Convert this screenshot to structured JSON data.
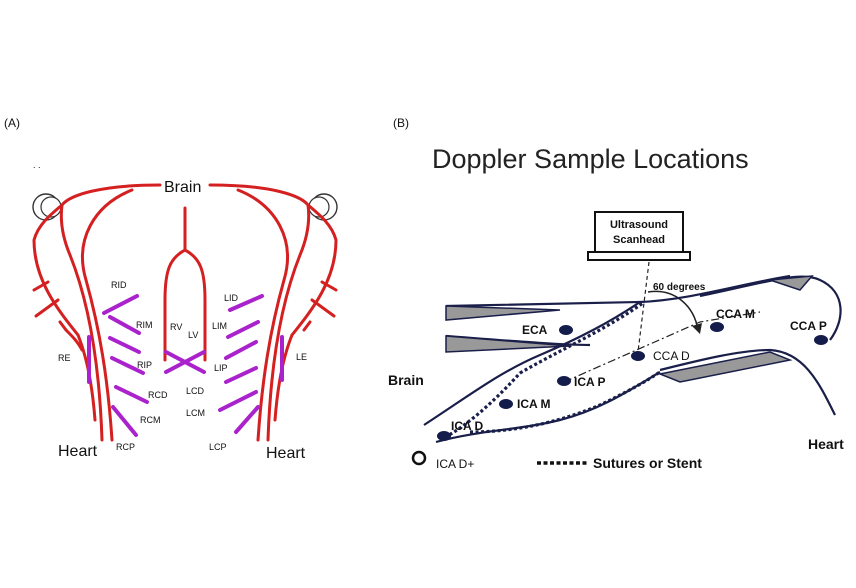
{
  "panel_a": {
    "tag": "(A)",
    "top_label": "Brain",
    "heart_left": "Heart",
    "heart_right": "Heart",
    "probes": {
      "rid": "RID",
      "rim": "RIM",
      "rip": "RIP",
      "rcd": "RCD",
      "rcm": "RCM",
      "rcp": "RCP",
      "lid": "LID",
      "lim": "LIM",
      "lip": "LIP",
      "lcd": "LCD",
      "lcm": "LCM",
      "lcp": "LCP",
      "rv": "RV",
      "lv": "LV",
      "re": "RE",
      "le": "LE"
    },
    "colors": {
      "vessel": "#d42020",
      "probe": "#aa22cc"
    }
  },
  "panel_b": {
    "tag": "(B)",
    "title": "Doppler Sample Locations",
    "scanhead_line1": "Ultrasound",
    "scanhead_line2": "Scanhead",
    "angle": "60 degrees",
    "brain": "Brain",
    "heart": "Heart",
    "locations": {
      "eca": "ECA",
      "ccam": "CCA M",
      "ccap": "CCA P",
      "ccad": "CCA D",
      "icap": "ICA P",
      "icam": "ICA M",
      "icad": "ICA D",
      "icadplus": "ICA D+"
    },
    "legend": "Sutures or Stent",
    "colors": {
      "vessel_wall": "#1a1f4a",
      "plaque": "#999999",
      "dot": "#131c4a"
    }
  }
}
